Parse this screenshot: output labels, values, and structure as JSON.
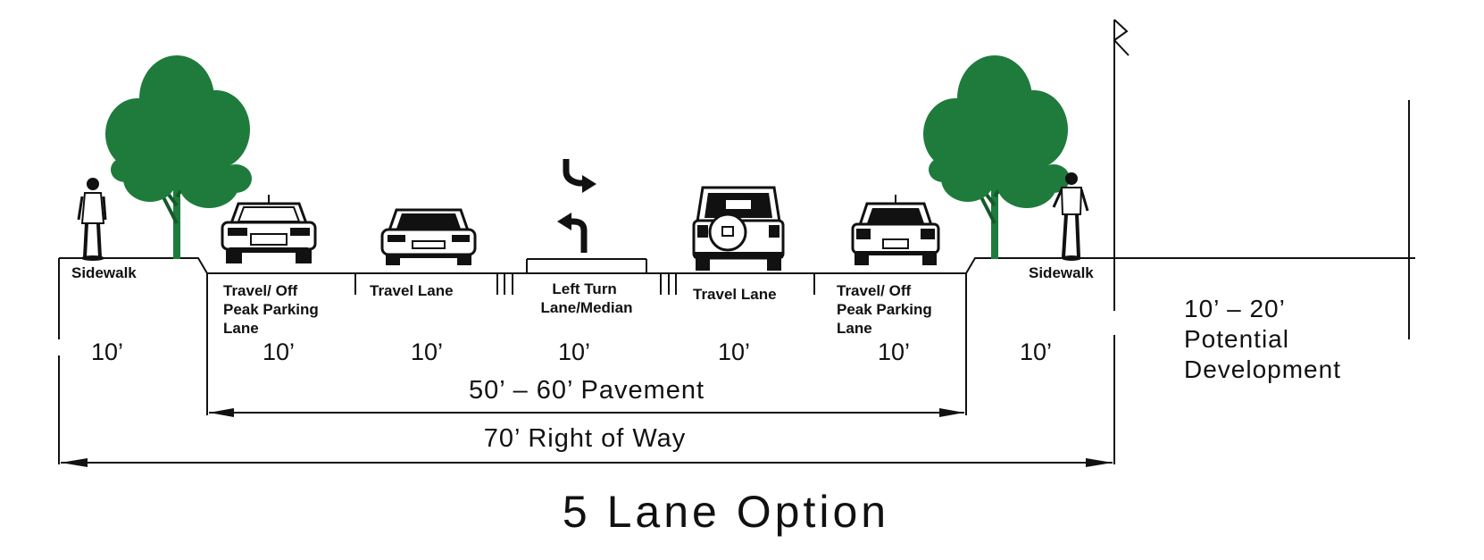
{
  "title": "5 Lane Option",
  "zones": [
    {
      "label": [
        "Sidewalk"
      ],
      "width": "10’"
    },
    {
      "label": [
        "Travel/ Off",
        "Peak Parking",
        "Lane"
      ],
      "width": "10’"
    },
    {
      "label": [
        "Travel Lane"
      ],
      "width": "10’"
    },
    {
      "label": [
        "Left Turn",
        "Lane/Median"
      ],
      "width": "10’"
    },
    {
      "label": [
        "Travel Lane"
      ],
      "width": "10’"
    },
    {
      "label": [
        "Travel/ Off",
        "Peak Parking",
        "Lane"
      ],
      "width": "10’"
    },
    {
      "label": [
        "Sidewalk"
      ],
      "width": "10’"
    }
  ],
  "pavement_label": "50’ – 60’ Pavement",
  "row_label": "70’ Right of Way",
  "development": {
    "range": "10’ – 20’",
    "line1": "Potential",
    "line2": "Development"
  },
  "colors": {
    "tree": "#1e7b3c",
    "tree_dark": "#145a2a",
    "line": "#111111"
  },
  "icons": [
    "pedestrian-icon",
    "tree-icon",
    "car-front-icon",
    "turn-arrow-icon",
    "suv-rear-icon"
  ]
}
